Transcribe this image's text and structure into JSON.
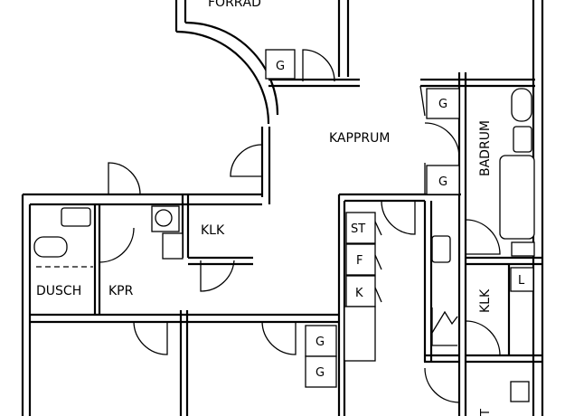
{
  "plan": {
    "rooms": {
      "forrad": "FÖRRÅD",
      "kapprum": "KAPPRUM",
      "badrum": "BADRUM",
      "klk_top": "KLK",
      "dusch": "DUSCH",
      "kpr": "KPR",
      "klk_right": "KLK"
    },
    "fixtures": {
      "g1": "G",
      "g2": "G",
      "g3": "G",
      "g4": "G",
      "g5": "G",
      "st": "ST",
      "f": "F",
      "k": "K",
      "l": "L",
      "t": "T"
    }
  }
}
